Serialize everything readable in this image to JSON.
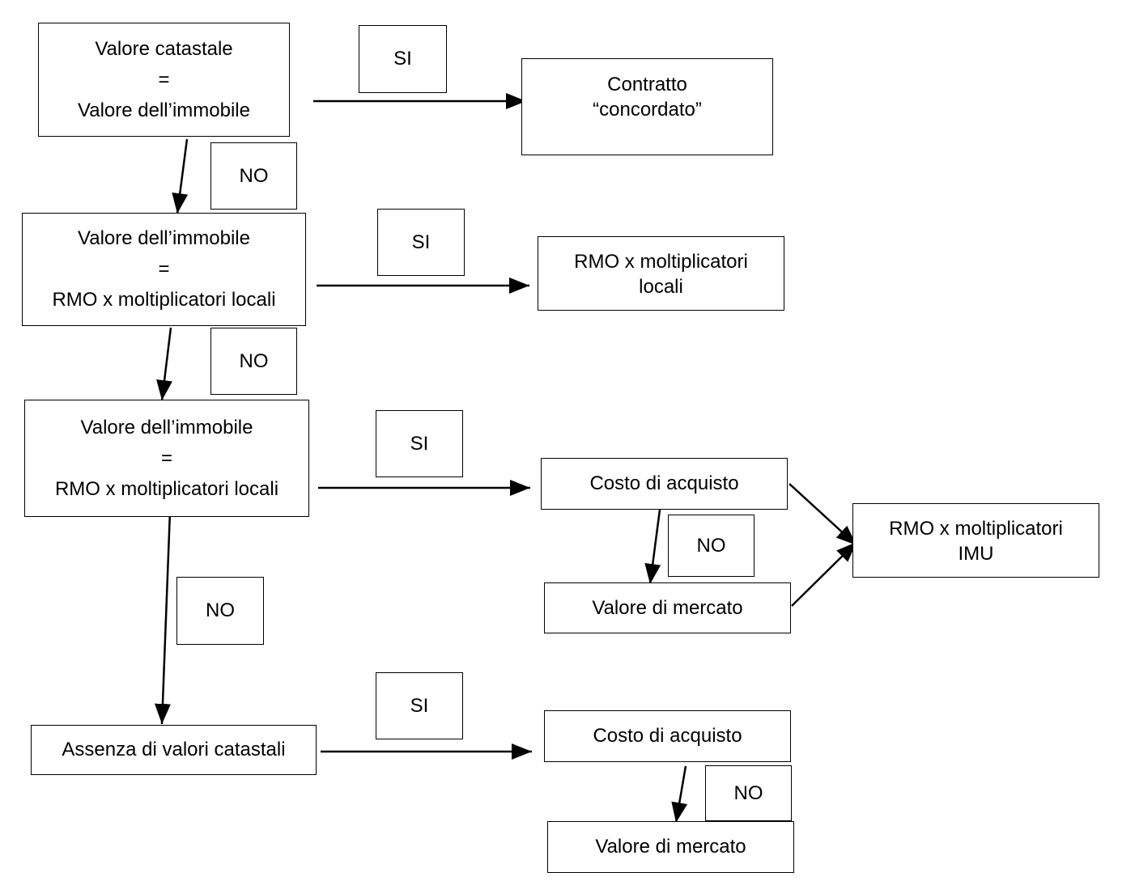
{
  "nodes": {
    "n1": [
      "Valore catastale",
      "=",
      "Valore dell’immobile"
    ],
    "n2": [
      "Valore dell’immobile",
      "=",
      "RMO x moltiplicatori locali"
    ],
    "n3": [
      "Valore dell’immobile",
      "=",
      "RMO x moltiplicatori locali"
    ],
    "n4": [
      "Assenza di valori catastali"
    ],
    "r1": [
      "Contratto",
      "“concordato”"
    ],
    "r2": [
      "RMO x moltiplicatori",
      "locali"
    ],
    "r3a": [
      "Costo di acquisto"
    ],
    "r3b": [
      "Valore di mercato"
    ],
    "r3c": [
      "RMO x moltiplicatori",
      "IMU"
    ],
    "r4a": [
      "Costo di acquisto"
    ],
    "r4b": [
      "Valore di mercato"
    ]
  },
  "labels": {
    "si1": "SI",
    "si2": "SI",
    "si3": "SI",
    "si4": "SI",
    "no1": "NO",
    "no2": "NO",
    "no3": "NO",
    "no4": "NO",
    "no5": "NO"
  }
}
